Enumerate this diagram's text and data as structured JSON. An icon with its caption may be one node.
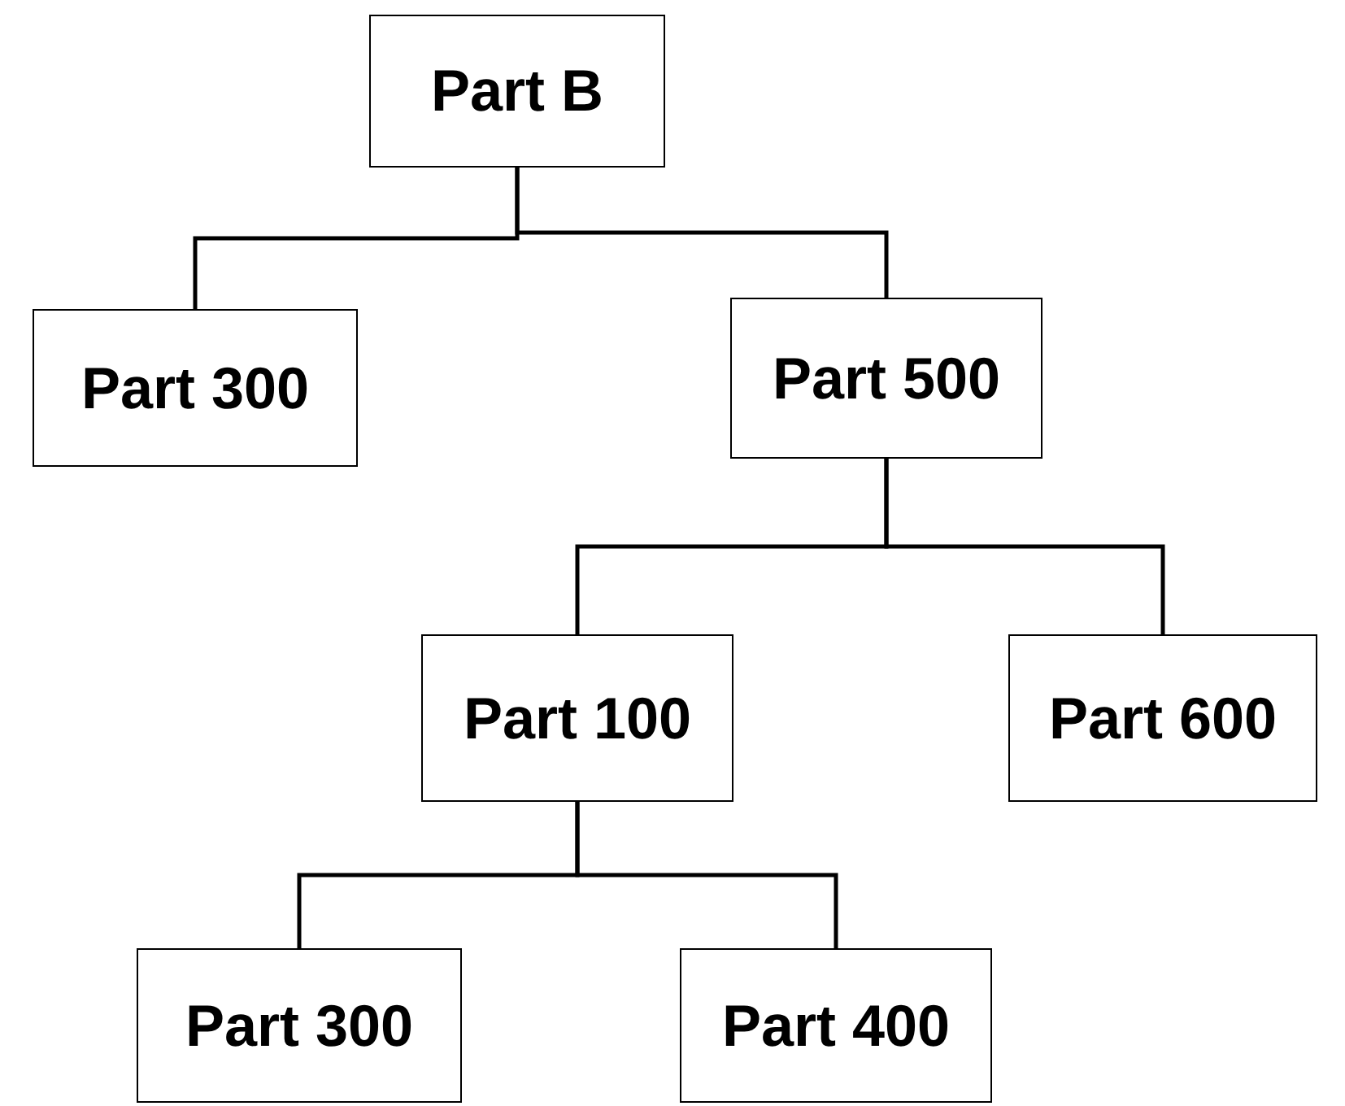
{
  "diagram": {
    "nodes": [
      {
        "text": [
          "Part B"
        ]
      },
      {
        "text": [
          "Part 300"
        ]
      },
      {
        "text": [
          "Part 500"
        ]
      },
      {
        "text": [
          "Part 100"
        ]
      },
      {
        "text": [
          "Part 600"
        ]
      },
      {
        "text": [
          "Part 300"
        ]
      },
      {
        "text": [
          "Part 400"
        ]
      }
    ],
    "edges": [
      {
        "from": 0,
        "to": 1,
        "arrow": "none"
      },
      {
        "from": 0,
        "to": 2,
        "arrow": "none"
      },
      {
        "from": 2,
        "to": 3,
        "arrow": "none"
      },
      {
        "from": 2,
        "to": 4,
        "arrow": "none"
      },
      {
        "from": 3,
        "to": 5,
        "arrow": "none"
      },
      {
        "from": 3,
        "to": 6,
        "arrow": "none"
      }
    ]
  }
}
